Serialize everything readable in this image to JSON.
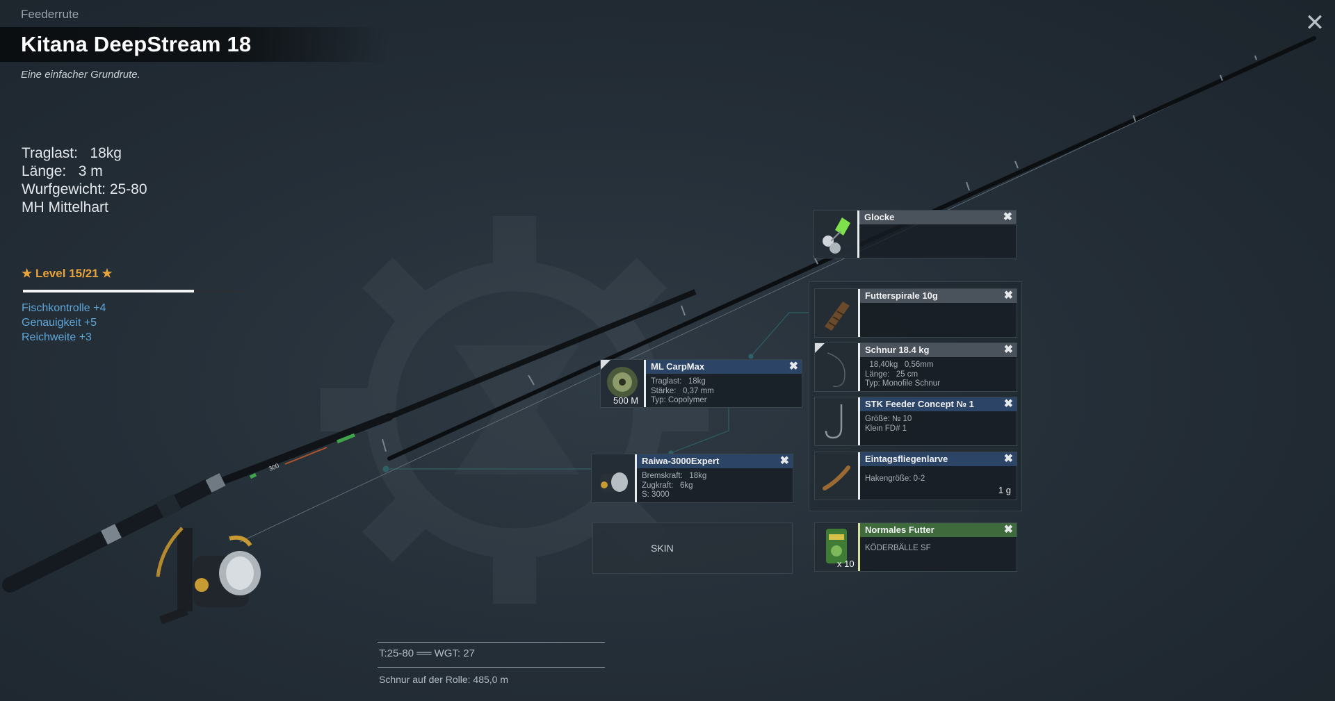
{
  "header": {
    "category": "Feederrute",
    "title": "Kitana DeepStream 18",
    "subtitle": "Eine einfacher Grundrute."
  },
  "stats": [
    "Traglast:   18kg",
    "Länge:   3 m",
    "Wurfgewicht: 25-80",
    "MH Mittelhart"
  ],
  "level": {
    "label": "★ Level 15/21 ★",
    "current": 15,
    "max": 21,
    "progress_fraction": 0.78
  },
  "bonuses": [
    "Fischkontrolle +4",
    "Genauigkeit +5",
    "Reichweite +3"
  ],
  "close_glyph": "✕",
  "remove_glyph": "✖",
  "slots": {
    "glocke": {
      "name": "Glocke"
    },
    "futterspirale": {
      "name": "Futterspirale 10g"
    },
    "schnur": {
      "name": "Schnur 18.4 kg",
      "info": [
        "  18,40kg   0,56mm",
        "Länge:   25 cm",
        "Typ: Monofile Schnur"
      ]
    },
    "haken": {
      "name": "STK Feeder Concept № 1",
      "info": [
        "Größe: № 10",
        "Klein FD# 1"
      ]
    },
    "koeder": {
      "name": "Eintagsfliegenlarve",
      "info": [
        "Hakengröße: 0-2"
      ],
      "qty": "1 g"
    },
    "futter": {
      "name": "Normales Futter",
      "info": [
        "KÖDERBÄLLE SF"
      ],
      "qty": "x 10"
    },
    "hauptschnur": {
      "name": "ML CarpMax",
      "info": [
        "Traglast:   18kg",
        "Stärke:   0,37 mm",
        "Typ: Copolymer"
      ],
      "qty": "500 M"
    },
    "rolle": {
      "name": "Raiwa-3000Expert",
      "info": [
        "Bremskraft:   18kg",
        "Zugkraft:   6kg",
        "S: 3000"
      ]
    }
  },
  "skin_label": "SKIN",
  "footer": {
    "tackle_weight": "T:25-80   ══ WGT: 27",
    "line_on_reel": "Schnur auf der Rolle: 485,0 m"
  },
  "rod_print": {
    "text": "300"
  },
  "colors": {
    "level": "#e8a43a",
    "bonus": "#5fa6d8",
    "bell": "#7ee04a",
    "header_blue": "#2c4466",
    "header_green": "#3e6a3c",
    "header_grey": "#4a525b"
  }
}
